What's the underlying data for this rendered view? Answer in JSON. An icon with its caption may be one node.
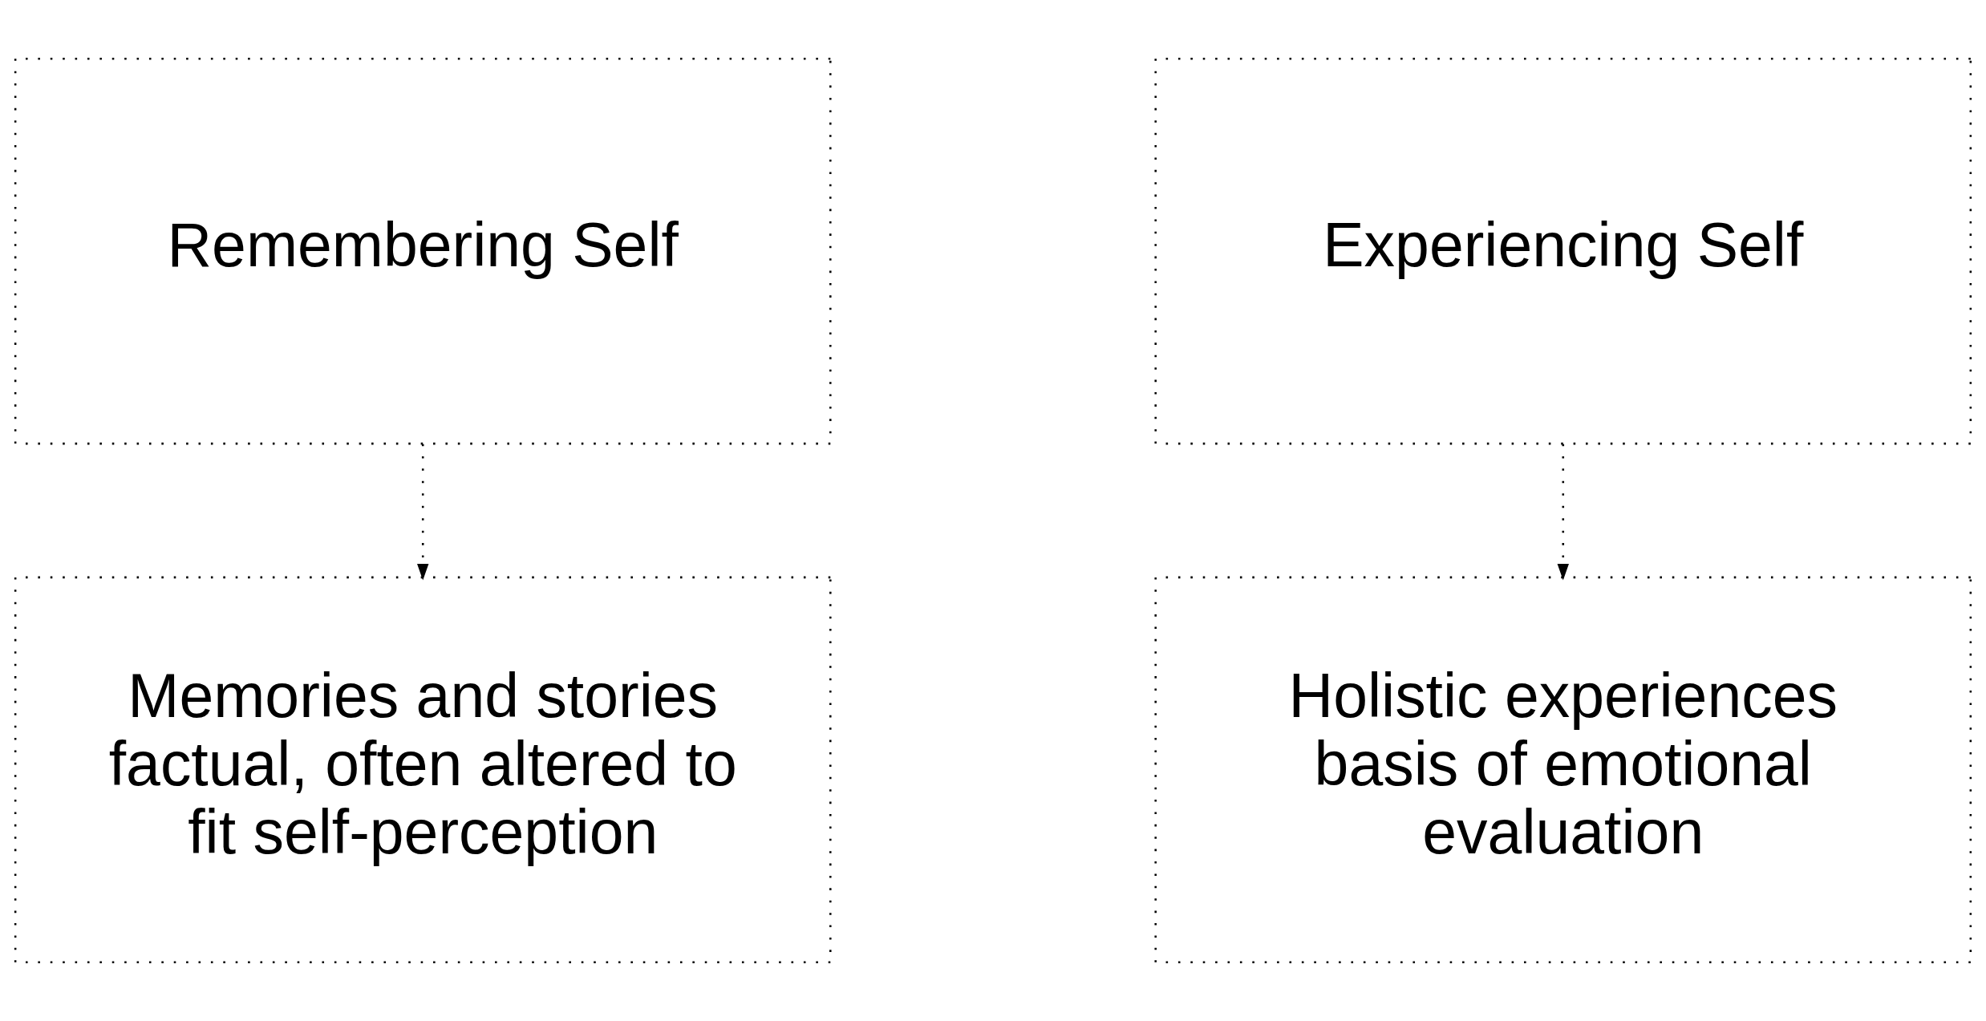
{
  "diagram": {
    "nodes": [
      {
        "text": [
          "Remembering Self"
        ]
      },
      {
        "text": [
          "Experiencing Self"
        ]
      },
      {
        "text": [
          "Memories and stories",
          "factual, often altered to fit self-perception"
        ]
      },
      {
        "text": [
          "Holistic experiences",
          "basis of emotional evaluation"
        ]
      }
    ],
    "edges": [
      {
        "from": 0,
        "to": 2,
        "arrow": "to",
        "style": "dashed"
      },
      {
        "from": 1,
        "to": 3,
        "arrow": "to",
        "style": "dashed"
      }
    ]
  }
}
